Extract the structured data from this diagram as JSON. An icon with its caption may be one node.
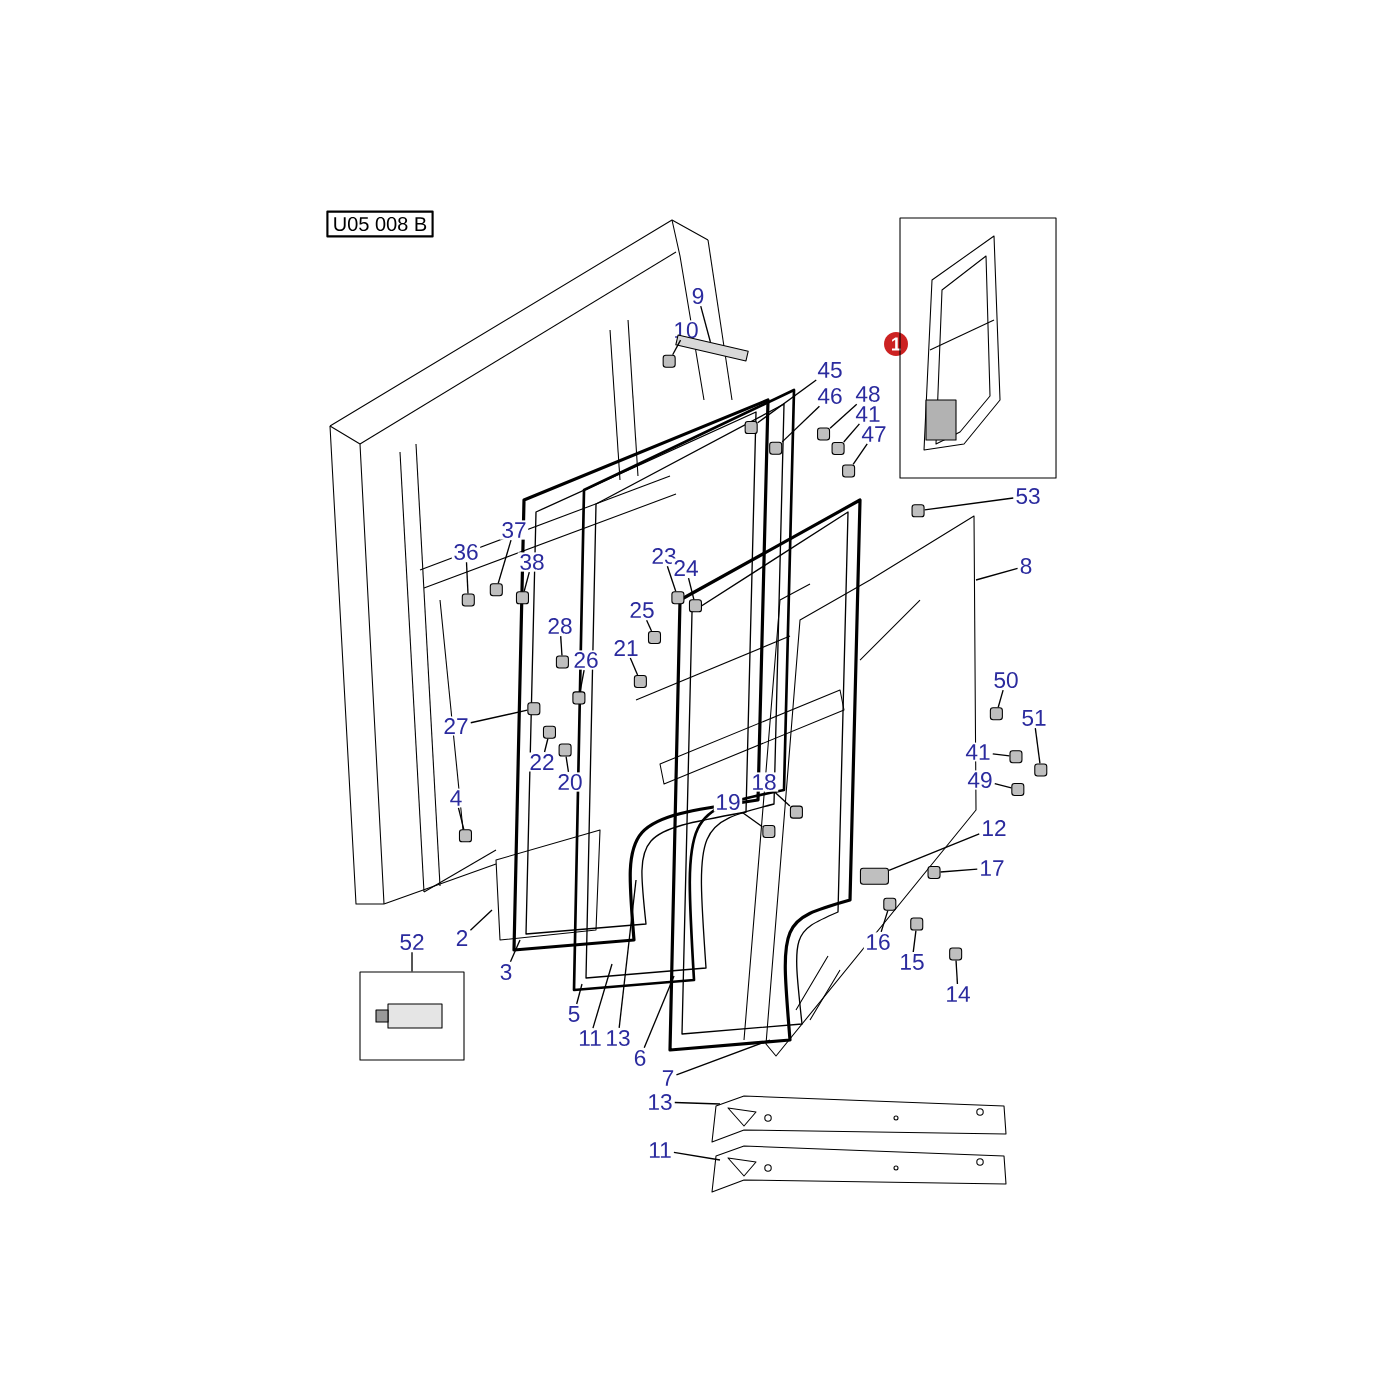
{
  "diagram": {
    "nodes": [
      {
        "text": [
          "U05 008 B"
        ]
      },
      {
        "text": [
          "1"
        ]
      },
      {
        "text": [],
        "shape": "picture"
      },
      {
        "text": [
          "9"
        ]
      },
      {
        "text": [
          "10"
        ]
      },
      {
        "text": [
          "45"
        ]
      },
      {
        "text": [
          "46"
        ]
      },
      {
        "text": [
          "48"
        ]
      },
      {
        "text": [
          "41"
        ]
      },
      {
        "text": [
          "47"
        ]
      },
      {
        "text": [
          "53"
        ]
      },
      {
        "text": [
          "37"
        ]
      },
      {
        "text": [
          "36"
        ]
      },
      {
        "text": [
          "38"
        ]
      },
      {
        "text": [
          "23"
        ]
      },
      {
        "text": [
          "24"
        ]
      },
      {
        "text": [
          "8"
        ]
      },
      {
        "text": [
          "25"
        ]
      },
      {
        "text": [
          "28"
        ]
      },
      {
        "text": [
          "21"
        ]
      },
      {
        "text": [
          "26"
        ]
      },
      {
        "text": [
          "50"
        ]
      },
      {
        "text": [
          "51"
        ]
      },
      {
        "text": [
          "27"
        ]
      },
      {
        "text": [
          "41"
        ]
      },
      {
        "text": [
          "22"
        ]
      },
      {
        "text": [
          "20"
        ]
      },
      {
        "text": [
          "49"
        ]
      },
      {
        "text": [
          "18"
        ]
      },
      {
        "text": [
          "4"
        ]
      },
      {
        "text": [
          "19"
        ]
      },
      {
        "text": [
          "12"
        ]
      },
      {
        "text": [
          "17"
        ]
      },
      {
        "text": [
          "52"
        ]
      },
      {
        "text": [
          "2"
        ]
      },
      {
        "text": [
          "16"
        ]
      },
      {
        "text": [
          "15"
        ]
      },
      {
        "text": [
          "3"
        ]
      },
      {
        "text": [
          "14"
        ]
      },
      {
        "text": [
          "5"
        ]
      },
      {
        "text": [
          "11"
        ]
      },
      {
        "text": [
          "13"
        ]
      },
      {
        "text": [
          "6"
        ]
      },
      {
        "text": [
          "7"
        ]
      },
      {
        "text": [
          "13"
        ]
      },
      {
        "text": [
          "11"
        ]
      },
      {
        "text": [],
        "shape": "picture"
      },
      {
        "text": [],
        "shape": "bar"
      },
      {
        "text": [],
        "shape": "box"
      },
      {
        "text": [],
        "shape": "box"
      },
      {
        "text": [],
        "shape": "box"
      },
      {
        "text": [],
        "shape": "box"
      },
      {
        "text": [],
        "shape": "box"
      },
      {
        "text": [],
        "shape": "box"
      },
      {
        "text": [],
        "shape": "box"
      },
      {
        "text": [],
        "shape": "box"
      },
      {
        "text": [],
        "shape": "box"
      },
      {
        "text": [],
        "shape": "box"
      },
      {
        "text": [],
        "shape": "box"
      },
      {
        "text": [],
        "shape": "box"
      },
      {
        "text": [],
        "shape": "box"
      },
      {
        "text": [],
        "shape": "box"
      },
      {
        "text": [],
        "shape": "box"
      },
      {
        "text": [],
        "shape": "box"
      },
      {
        "text": [],
        "shape": "box"
      },
      {
        "text": [],
        "shape": "box"
      },
      {
        "text": [],
        "shape": "box"
      },
      {
        "text": [],
        "shape": "box"
      },
      {
        "text": [],
        "shape": "box"
      },
      {
        "text": [],
        "shape": "box"
      },
      {
        "text": [],
        "shape": "box"
      },
      {
        "text": [],
        "shape": "box"
      },
      {
        "text": [],
        "shape": "box"
      },
      {
        "text": [],
        "shape": "box"
      },
      {
        "text": [],
        "shape": "box"
      },
      {
        "text": [],
        "shape": "box"
      },
      {
        "text": [],
        "shape": "box"
      },
      {
        "text": [],
        "shape": "box"
      },
      {
        "text": [],
        "shape": "box"
      }
    ],
    "edges": [
      {
        "from": 3,
        "to": 47,
        "arrow": "none"
      },
      {
        "from": 4,
        "to": 48,
        "arrow": "none"
      },
      {
        "from": 5,
        "to": 49,
        "arrow": "none"
      },
      {
        "from": 6,
        "to": 50,
        "arrow": "none"
      },
      {
        "from": 7,
        "to": 51,
        "arrow": "none"
      },
      {
        "from": 8,
        "to": 52,
        "arrow": "none"
      },
      {
        "from": 9,
        "to": 53,
        "arrow": "none"
      },
      {
        "from": 10,
        "to": 54,
        "arrow": "none"
      },
      {
        "from": 11,
        "to": 55,
        "arrow": "none"
      },
      {
        "from": 12,
        "to": 56,
        "arrow": "none"
      },
      {
        "from": 13,
        "to": 57,
        "arrow": "none"
      },
      {
        "from": 14,
        "to": 58,
        "arrow": "none"
      },
      {
        "from": 15,
        "to": 59,
        "arrow": "none"
      },
      {
        "from": 16,
        "to": null,
        "arrow": "none"
      },
      {
        "from": 17,
        "to": 60,
        "arrow": "none"
      },
      {
        "from": 18,
        "to": 61,
        "arrow": "none"
      },
      {
        "from": 19,
        "to": 62,
        "arrow": "none"
      },
      {
        "from": 20,
        "to": 63,
        "arrow": "none"
      },
      {
        "from": 21,
        "to": 64,
        "arrow": "none"
      },
      {
        "from": 22,
        "to": 65,
        "arrow": "none"
      },
      {
        "from": 23,
        "to": 66,
        "arrow": "none"
      },
      {
        "from": 24,
        "to": 67,
        "arrow": "none"
      },
      {
        "from": 25,
        "to": 68,
        "arrow": "none"
      },
      {
        "from": 26,
        "to": 69,
        "arrow": "none"
      },
      {
        "from": 27,
        "to": 70,
        "arrow": "none"
      },
      {
        "from": 28,
        "to": 71,
        "arrow": "none"
      },
      {
        "from": 29,
        "to": 72,
        "arrow": "none"
      },
      {
        "from": 30,
        "to": 73,
        "arrow": "none"
      },
      {
        "from": 31,
        "to": 74,
        "arrow": "none"
      },
      {
        "from": 32,
        "to": 75,
        "arrow": "none"
      },
      {
        "from": 33,
        "to": 46,
        "arrow": "none"
      },
      {
        "from": 34,
        "to": null,
        "arrow": "none"
      },
      {
        "from": 35,
        "to": 76,
        "arrow": "none"
      },
      {
        "from": 36,
        "to": 77,
        "arrow": "none"
      },
      {
        "from": 37,
        "to": null,
        "arrow": "none"
      },
      {
        "from": 38,
        "to": 78,
        "arrow": "none"
      },
      {
        "from": 39,
        "to": null,
        "arrow": "none"
      },
      {
        "from": 40,
        "to": null,
        "arrow": "none"
      },
      {
        "from": 41,
        "to": null,
        "arrow": "none"
      },
      {
        "from": 42,
        "to": null,
        "arrow": "none"
      },
      {
        "from": 43,
        "to": null,
        "arrow": "none"
      },
      {
        "from": 44,
        "to": null,
        "arrow": "none"
      },
      {
        "from": 45,
        "to": null,
        "arrow": "none"
      }
    ]
  }
}
